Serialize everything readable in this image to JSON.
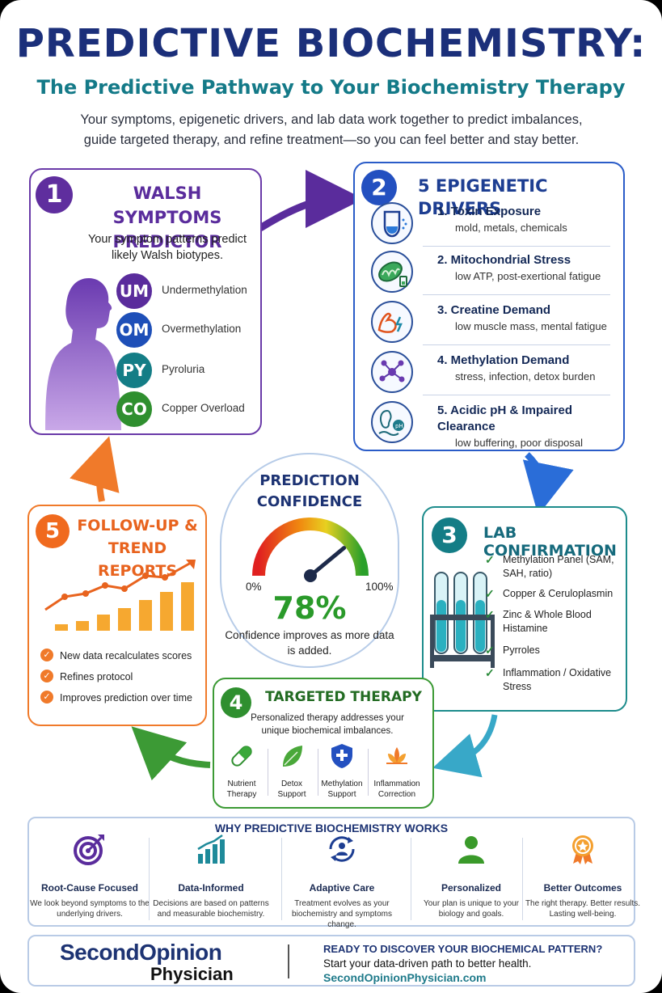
{
  "header": {
    "title": "PREDICTIVE BIOCHEMISTRY:",
    "subtitle": "The Predictive Pathway to Your Biochemistry Therapy",
    "intro": "Your symptoms, epigenetic drivers, and lab data work together to predict imbalances, guide targeted therapy, and refine treatment—so you can feel better and stay better."
  },
  "colors": {
    "navy": "#1b2f7a",
    "teal": "#147a88",
    "purple": "#5f2e9e",
    "blue": "#2350c0",
    "green": "#2f8f2f",
    "orange": "#f06a1e"
  },
  "step1": {
    "number": "1",
    "title": "WALSH SYMPTOMS PREDICTOR",
    "description": "Your symptom patterns predict likely Walsh biotypes.",
    "biotypes": [
      {
        "code": "UM",
        "label": "Undermethylation",
        "color": "#5a2c9c"
      },
      {
        "code": "OM",
        "label": "Overmethylation",
        "color": "#1e4fb8"
      },
      {
        "code": "PY",
        "label": "Pyroluria",
        "color": "#147d86"
      },
      {
        "code": "CO",
        "label": "Copper Overload",
        "color": "#2f8f2f"
      }
    ]
  },
  "step2": {
    "number": "2",
    "title": "5 EPIGENETIC DRIVERS",
    "drivers": [
      {
        "name": "1. Toxin Exposure",
        "detail": "mold, metals, chemicals",
        "icon": "flask-icon"
      },
      {
        "name": "2. Mitochondrial Stress",
        "detail": "low ATP, post-exertional fatigue",
        "icon": "mitochondria-icon"
      },
      {
        "name": "3. Creatine Demand",
        "detail": "low muscle mass, mental fatigue",
        "icon": "muscle-icon"
      },
      {
        "name": "4. Methylation Demand",
        "detail": "stress, infection, detox burden",
        "icon": "molecule-icon"
      },
      {
        "name": "5. Acidic pH & Impaired Clearance",
        "detail": "low buffering, poor disposal",
        "icon": "kidney-icon"
      }
    ]
  },
  "confidence": {
    "title": "PREDICTION CONFIDENCE",
    "min_label": "0%",
    "max_label": "100%",
    "value_label": "78%",
    "value": 78,
    "note": "Confidence improves as more data is added."
  },
  "step3": {
    "number": "3",
    "title": "LAB CONFIRMATION",
    "labs": [
      "Methylation Panel (SAM, SAH, ratio)",
      "Copper & Ceruloplasmin",
      "Zinc & Whole Blood Histamine",
      "Pyrroles",
      "Inflammation / Oxidative Stress"
    ]
  },
  "step4": {
    "number": "4",
    "title": "TARGETED THERAPY",
    "description": "Personalized therapy addresses your unique biochemical imbalances.",
    "therapies": [
      {
        "label": "Nutrient Therapy",
        "icon": "capsule-icon"
      },
      {
        "label": "Detox Support",
        "icon": "leaf-icon"
      },
      {
        "label": "Methylation Support",
        "icon": "shield-cross-icon"
      },
      {
        "label": "Inflammation Correction",
        "icon": "lotus-icon"
      }
    ]
  },
  "step5": {
    "number": "5",
    "title": "FOLLOW-UP & TREND REPORTS",
    "items": [
      "New data recalculates scores",
      "Refines protocol",
      "Improves prediction over time"
    ]
  },
  "why": {
    "title": "WHY PREDICTIVE BIOCHEMISTRY WORKS",
    "items": [
      {
        "title": "Root-Cause Focused",
        "desc": "We look beyond symptoms to the underlying drivers.",
        "icon": "target-icon"
      },
      {
        "title": "Data-Informed",
        "desc": "Decisions are based on patterns and measurable biochemistry.",
        "icon": "bar-chart-icon"
      },
      {
        "title": "Adaptive Care",
        "desc": "Treatment evolves as your biochemistry and symptoms change.",
        "icon": "cycle-person-icon"
      },
      {
        "title": "Personalized",
        "desc": "Your plan is unique to your biology and goals.",
        "icon": "person-icon"
      },
      {
        "title": "Better Outcomes",
        "desc": "The right therapy. Better results. Lasting well-being.",
        "icon": "award-icon"
      }
    ]
  },
  "footer": {
    "logo_line1": "SecondOpinion",
    "logo_line2": "Physician",
    "cta_title": "READY TO DISCOVER YOUR BIOCHEMICAL PATTERN?",
    "cta_text": "Start your data-driven path to better health.",
    "url": "SecondOpinionPhysician.com"
  }
}
